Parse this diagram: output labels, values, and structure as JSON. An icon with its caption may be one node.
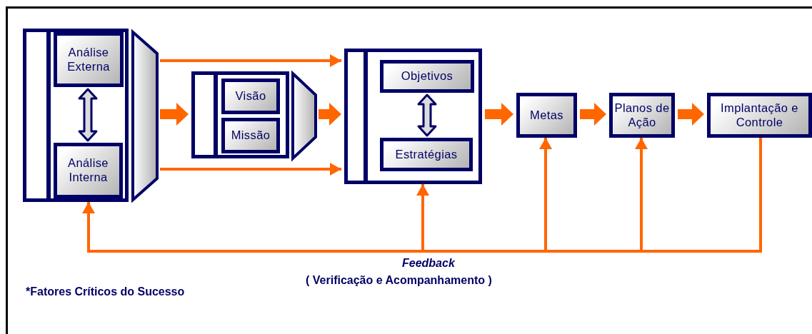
{
  "diagram": {
    "nodes": [
      {
        "text": [],
        "shape": "box"
      },
      {
        "text": [
          "Análise Externa"
        ],
        "in": 0
      },
      {
        "text": [
          "Análise Interna"
        ],
        "in": 0
      },
      {
        "text": [],
        "shape": "trapezoid"
      },
      {
        "text": [],
        "shape": "box"
      },
      {
        "text": [
          "Visão"
        ],
        "in": 4
      },
      {
        "text": [
          "Missão"
        ],
        "in": 4
      },
      {
        "text": [],
        "shape": "trapezoid"
      },
      {
        "text": [],
        "shape": "box"
      },
      {
        "text": [
          "Objetivos"
        ],
        "in": 8
      },
      {
        "text": [
          "Estratégias"
        ],
        "in": 8
      },
      {
        "text": [
          "Metas"
        ]
      },
      {
        "text": [
          "Planos de Ação"
        ]
      },
      {
        "text": [
          "Implantação e Controle"
        ]
      }
    ],
    "edges": [
      {
        "from": 1,
        "to": 2,
        "arrow": "both",
        "style": "thick",
        "color": "#dcdcdc"
      },
      {
        "from": 3,
        "to": 8,
        "arrow": "to"
      },
      {
        "from": 3,
        "to": 8,
        "arrow": "to"
      },
      {
        "from": 3,
        "to": 4,
        "arrow": "to",
        "style": "thick"
      },
      {
        "from": 7,
        "to": 8,
        "arrow": "to",
        "style": "thick"
      },
      {
        "from": 9,
        "to": 10,
        "arrow": "both",
        "style": "thick",
        "color": "#dcdcdc"
      },
      {
        "from": 8,
        "to": 11,
        "arrow": "to",
        "style": "thick"
      },
      {
        "from": 11,
        "to": 12,
        "arrow": "to",
        "style": "thick"
      },
      {
        "from": 12,
        "to": 13,
        "arrow": "to",
        "style": "thick"
      },
      {
        "from": 13,
        "to": 0,
        "arrow": "to"
      },
      {
        "from": 13,
        "to": 8,
        "arrow": "to"
      },
      {
        "from": 13,
        "to": 11,
        "arrow": "to"
      },
      {
        "from": 13,
        "to": 12,
        "arrow": "to"
      }
    ],
    "labels": [
      "Feedback",
      "( Verificação e Acompanhamento )",
      "*Fatores Críticos do Sucesso"
    ]
  }
}
